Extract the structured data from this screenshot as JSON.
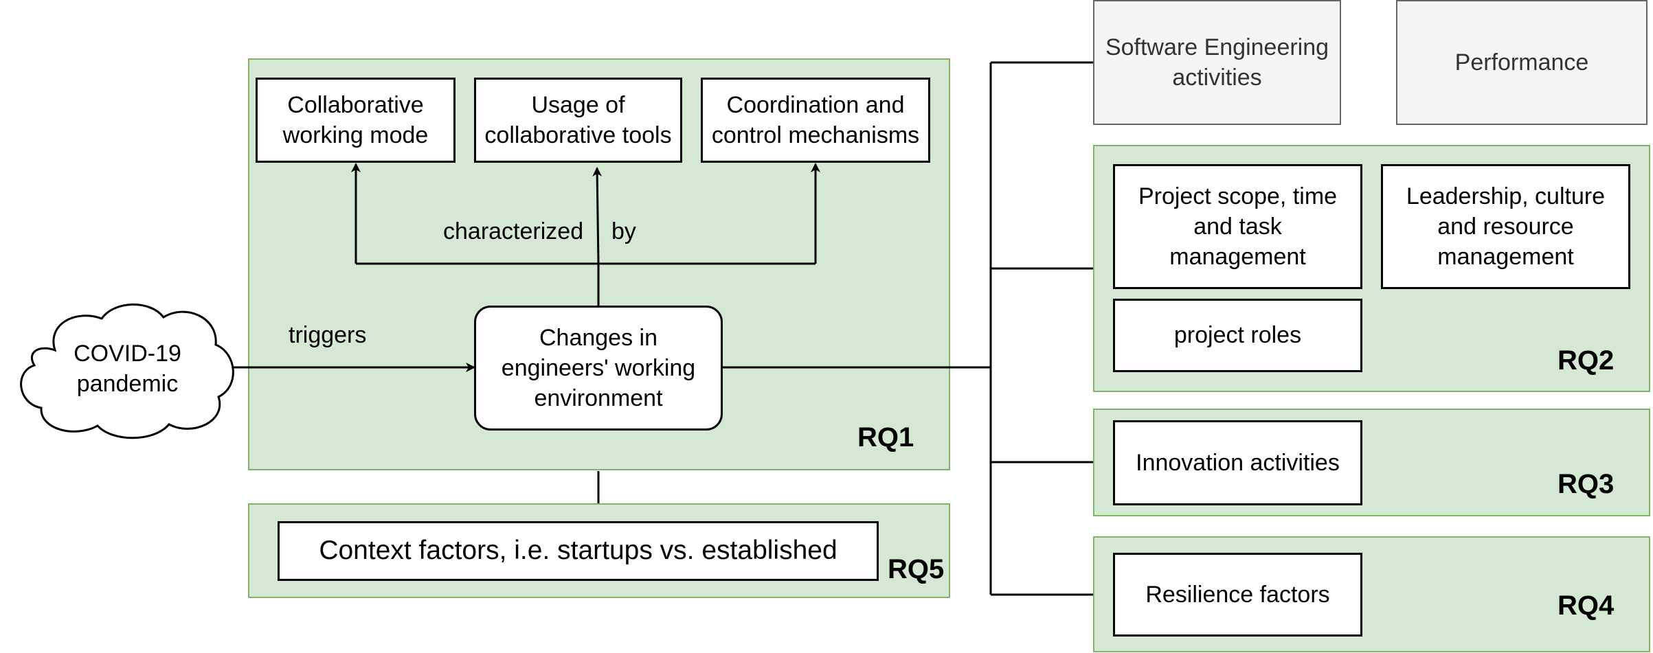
{
  "cloud": {
    "label": "COVID-19\npandemic"
  },
  "edge_labels": {
    "triggers": "triggers",
    "characterized": "characterized",
    "by": "by"
  },
  "center": {
    "label": "Changes in\nengineers' working\nenvironment"
  },
  "rq1": {
    "tag": "RQ1",
    "items": [
      "Collaborative\nworking mode",
      "Usage of\ncollaborative tools",
      "Coordination and\ncontrol mechanisms"
    ]
  },
  "rq5": {
    "tag": "RQ5",
    "label": "Context factors, i.e. startups vs. established"
  },
  "top": {
    "se_label": "Software Engineering\nactivities",
    "perf_label": "Performance"
  },
  "rq2": {
    "tag": "RQ2",
    "items": [
      "Project scope, time\nand task\nmanagement",
      "Leadership, culture\nand resource\nmanagement",
      "project roles"
    ]
  },
  "rq3": {
    "tag": "RQ3",
    "label": "Innovation activities"
  },
  "rq4": {
    "tag": "RQ4",
    "label": "Resilience factors"
  },
  "colors": {
    "region_fill": "#d5e8d4",
    "region_stroke": "#82b366",
    "gray_fill": "#f5f5f5",
    "gray_stroke": "#666666"
  }
}
